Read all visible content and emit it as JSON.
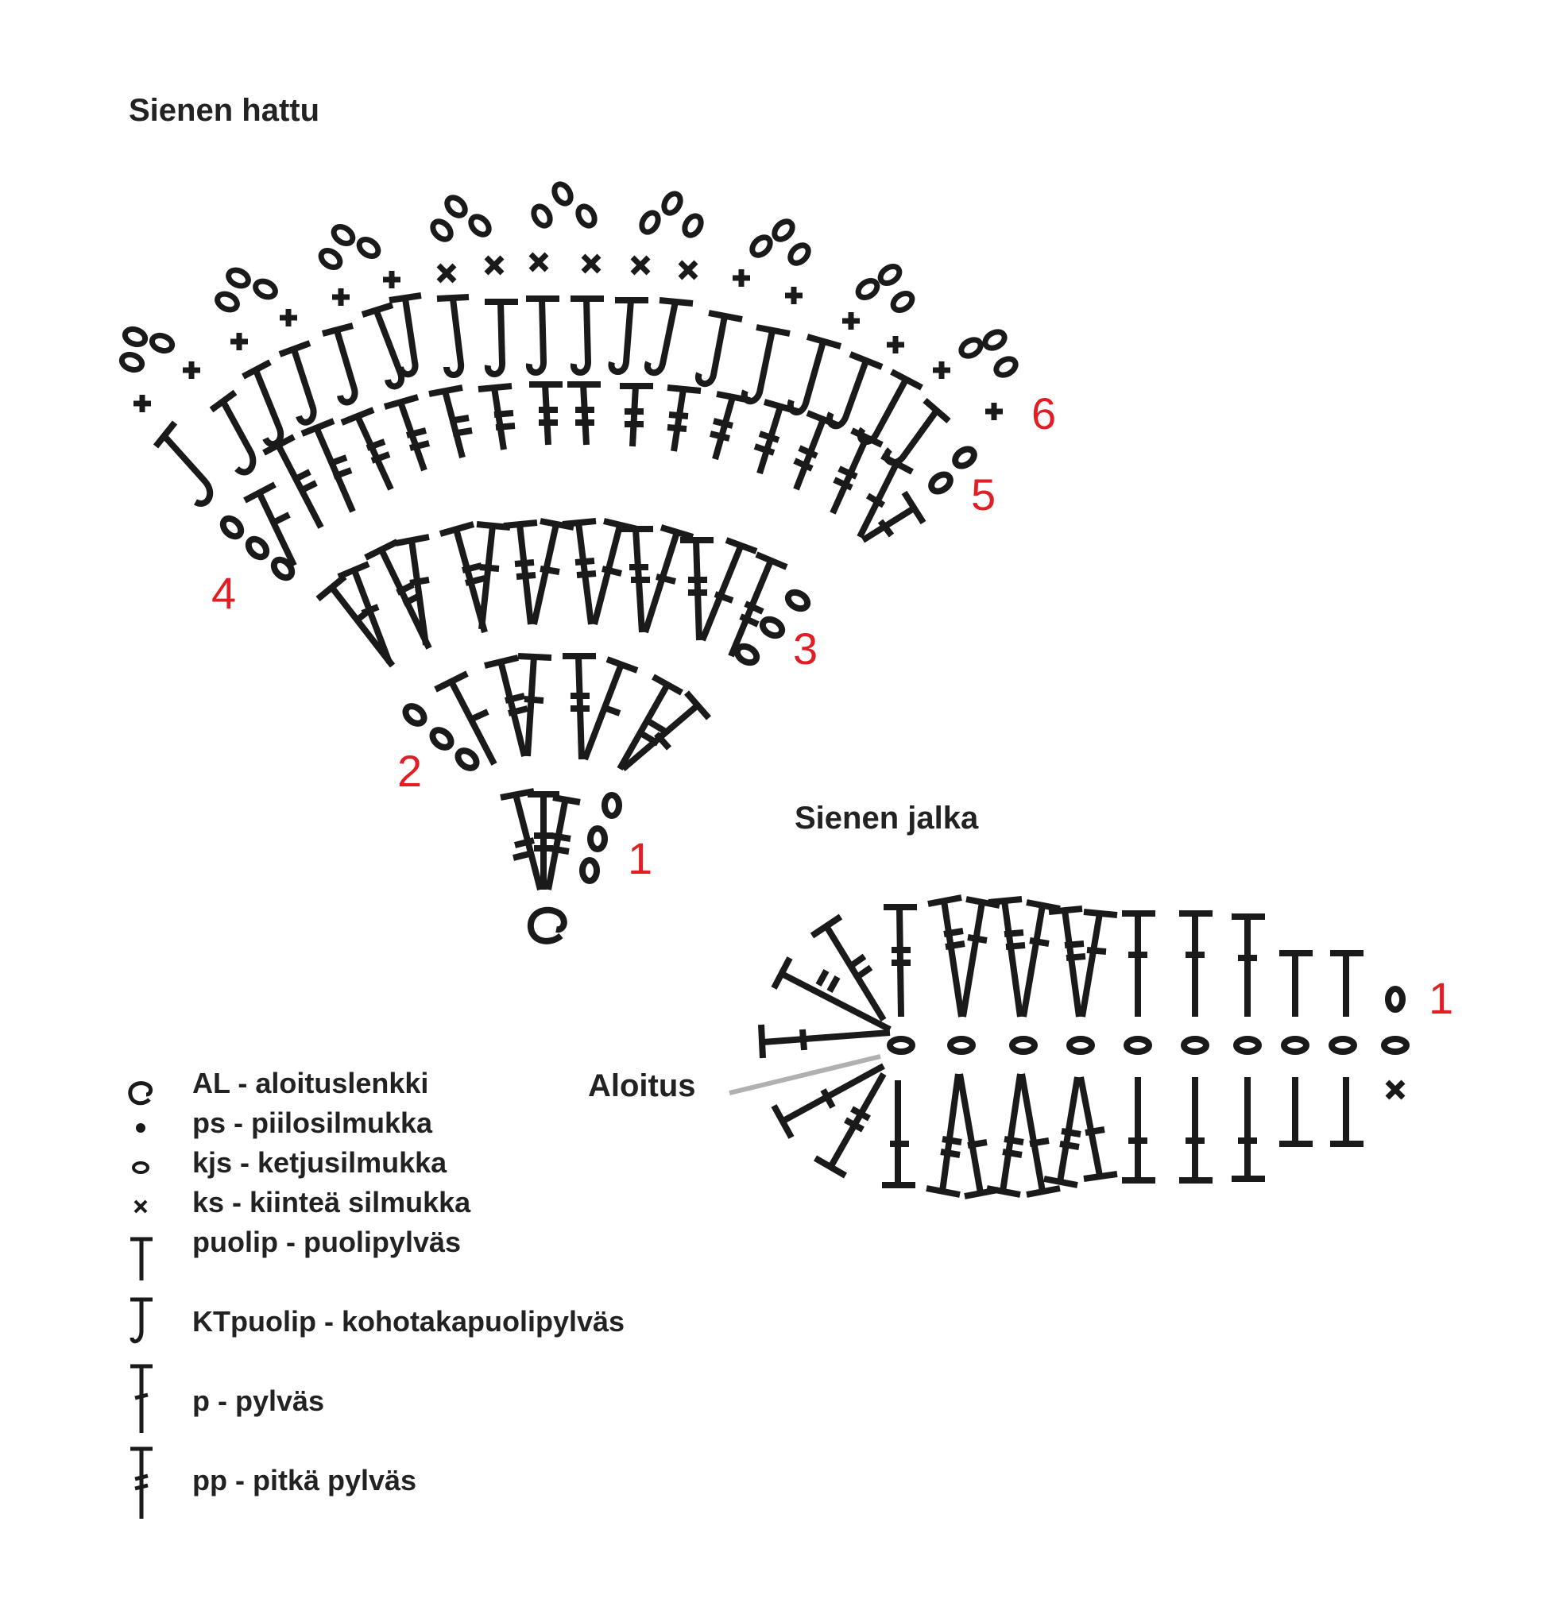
{
  "titles": {
    "cap": "Sienen hattu",
    "stem": "Sienen jalka"
  },
  "aloitus_label": "Aloitus",
  "cap_round_labels": [
    "1",
    "2",
    "3",
    "4",
    "5",
    "6"
  ],
  "stem_round_labels": [
    "1"
  ],
  "legend": [
    {
      "icon": "magic-ring-icon",
      "text": "AL - aloituslenkki"
    },
    {
      "icon": "slip-stitch-icon",
      "text": "ps - piilosilmukka"
    },
    {
      "icon": "chain-icon",
      "text": "kjs - ketjusilmukka"
    },
    {
      "icon": "single-crochet-icon",
      "text": "ks - kiinteä silmukka"
    },
    {
      "icon": "half-double-icon",
      "text": "puolip - puolipylväs"
    },
    {
      "icon": "back-post-half-double-icon",
      "text": "KTpuolip - kohotakapuolipylväs"
    },
    {
      "icon": "double-crochet-icon",
      "text": "p - pylväs"
    },
    {
      "icon": "treble-crochet-icon",
      "text": "pp - pitkä pylväs"
    }
  ],
  "colors": {
    "ink": "#1a1a1a",
    "round_number": "#e01e24",
    "pointer_line": "#b0b0b0"
  }
}
